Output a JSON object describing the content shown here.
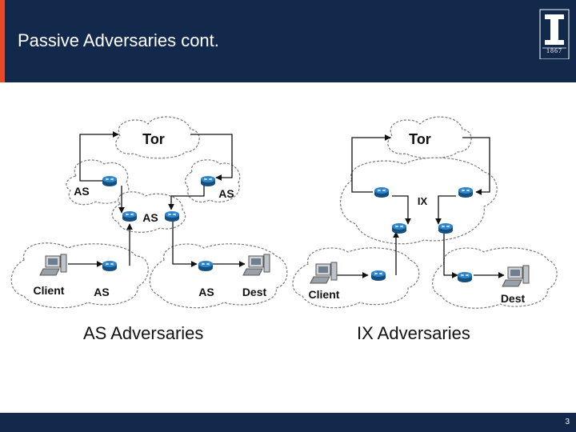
{
  "slide": {
    "title": "Passive Adversaries cont.",
    "page_number": "3",
    "logo_year": "1867"
  },
  "colors": {
    "header_bg": "#13294b",
    "accent": "#e84a27",
    "router": "#1f6fae"
  },
  "as_diagram": {
    "tor": "Tor",
    "as_left": "AS",
    "as_right": "AS",
    "as_middle": "AS",
    "client": "Client",
    "as_client": "AS",
    "as_dest": "AS",
    "dest": "Dest",
    "caption": "AS Adversaries"
  },
  "ix_diagram": {
    "tor": "Tor",
    "ix": "IX",
    "client": "Client",
    "dest": "Dest",
    "caption": "IX Adversaries"
  }
}
